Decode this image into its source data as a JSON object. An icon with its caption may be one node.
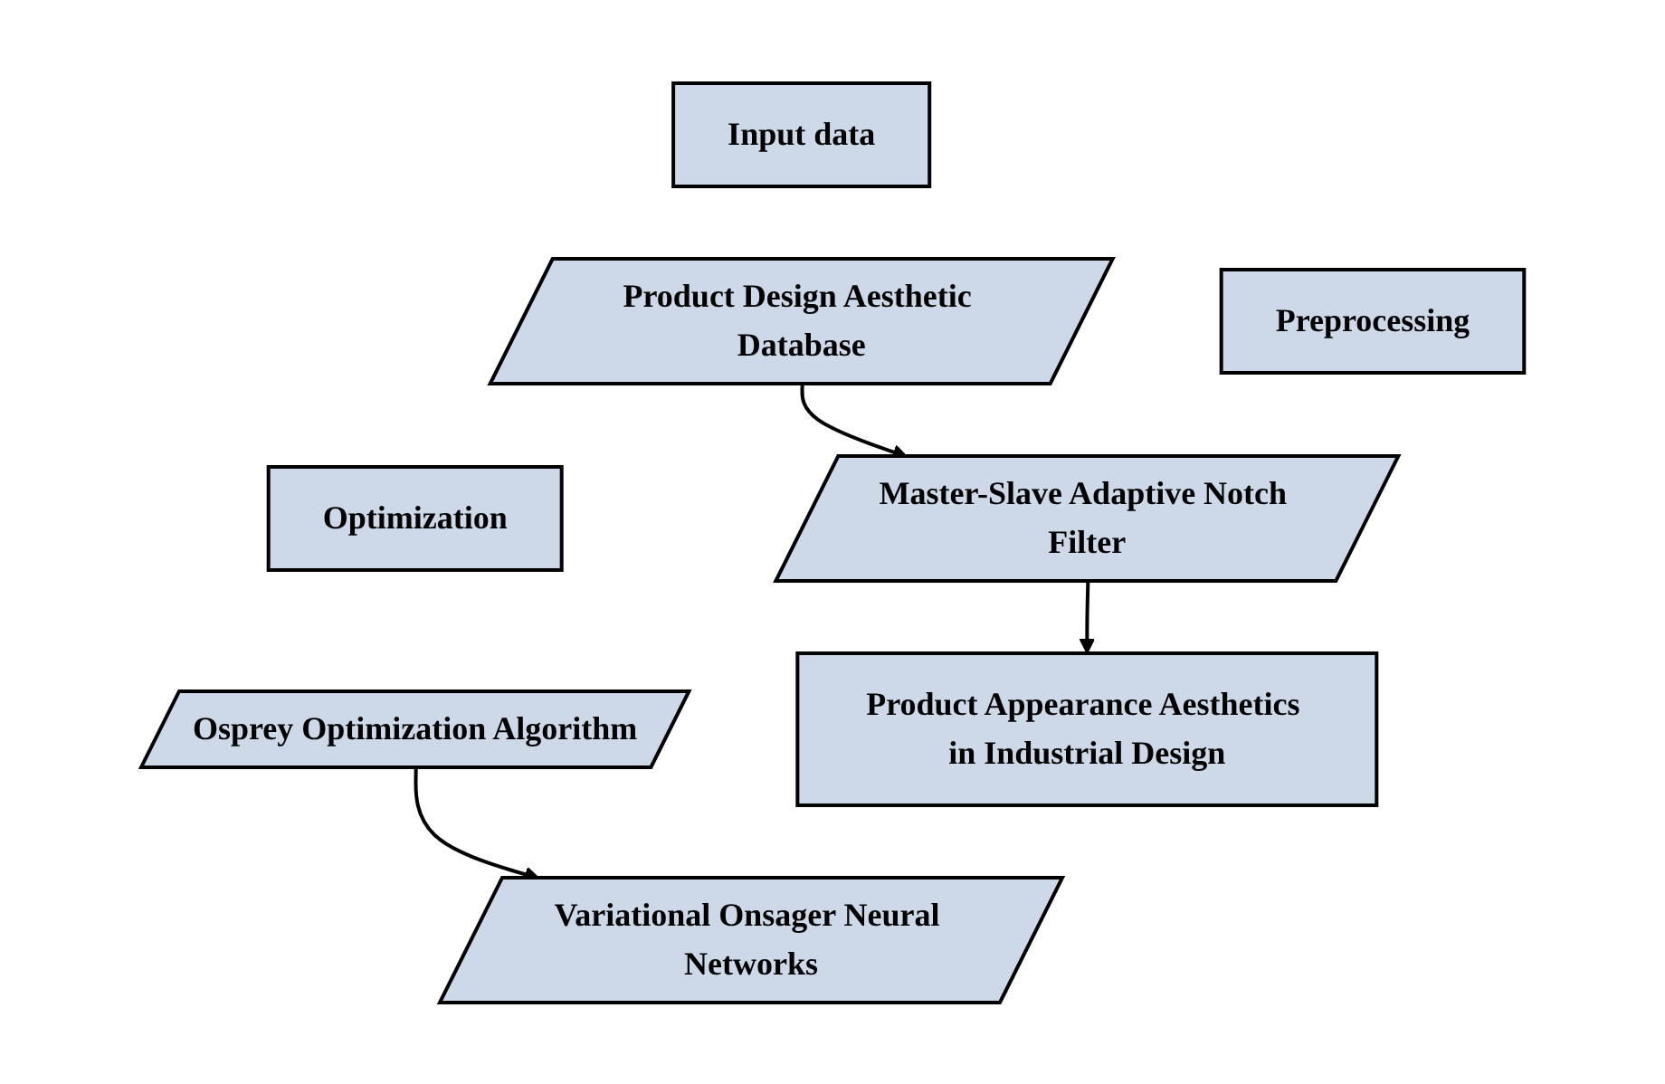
{
  "diagram": {
    "nodes": [
      {
        "text": [
          "Input data"
        ]
      },
      {
        "text": [
          "Product Design Aesthetic Database"
        ]
      },
      {
        "text": [
          "Preprocessing"
        ]
      },
      {
        "text": [
          "Master-Slave Adaptive Notch Filter"
        ]
      },
      {
        "text": [
          "Optimization"
        ]
      },
      {
        "text": [
          "Osprey Optimization Algorithm"
        ]
      },
      {
        "text": [
          "Product Appearance Aesthetics in Industrial Design"
        ]
      },
      {
        "text": [
          "Variational Onsager Neural Networks"
        ]
      }
    ],
    "edges": [
      {
        "from": 1,
        "to": 3,
        "arrow": "to"
      },
      {
        "from": 3,
        "to": 6,
        "arrow": "to"
      },
      {
        "from": 5,
        "to": 7,
        "arrow": "to"
      }
    ]
  }
}
